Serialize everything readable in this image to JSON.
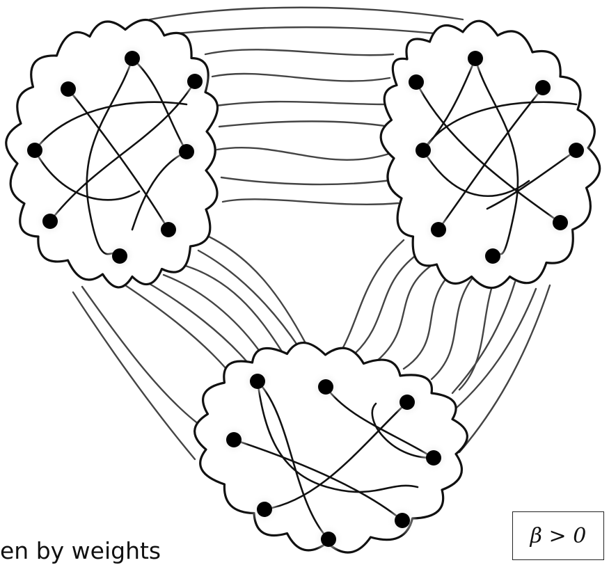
{
  "caption": "en by weights",
  "condition": "β > 0",
  "colors": {
    "stroke": "#111111",
    "node": "#000000",
    "background": "#ffffff"
  },
  "clusters": [
    {
      "name": "top-left",
      "nodes": 8
    },
    {
      "name": "top-right",
      "nodes": 8
    },
    {
      "name": "bottom",
      "nodes": 8
    }
  ]
}
